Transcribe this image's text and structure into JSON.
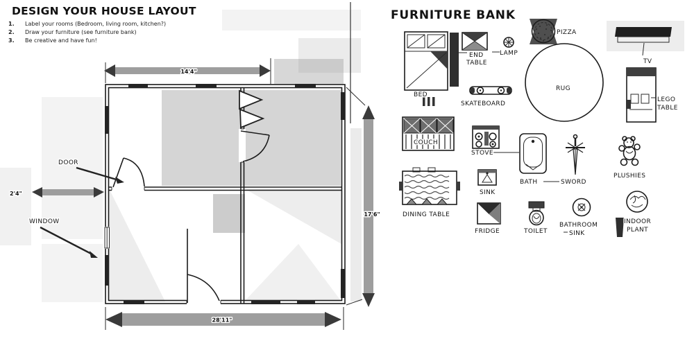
{
  "header": {
    "title": "DESIGN YOUR HOUSE LAYOUT",
    "steps": [
      {
        "num": "1.",
        "text": "Label your rooms (Bedroom, living room, kitchen?)"
      },
      {
        "num": "2.",
        "text": "Draw your furniture (see furniture bank)"
      },
      {
        "num": "3.",
        "text": "Be creative and have fun!"
      }
    ]
  },
  "plan": {
    "door_label": "DOOR",
    "window_label": "WINDOW",
    "dims": {
      "top": "14'4\"",
      "bottom": "28'11\"",
      "right": "17'6\"",
      "left": "2'4\""
    }
  },
  "bank": {
    "title": "FURNITURE BANK",
    "items": [
      {
        "id": "bed",
        "lines": [
          "BED"
        ]
      },
      {
        "id": "end-table",
        "lines": [
          "END",
          "TABLE"
        ]
      },
      {
        "id": "lamp",
        "lines": [
          "LAMP"
        ]
      },
      {
        "id": "pizza",
        "lines": [
          "PIZZA"
        ]
      },
      {
        "id": "tv",
        "lines": [
          "TV"
        ]
      },
      {
        "id": "rug",
        "lines": [
          "RUG"
        ]
      },
      {
        "id": "lego-table",
        "lines": [
          "LEGO",
          "TABLE"
        ]
      },
      {
        "id": "skateboard",
        "lines": [
          "SKATEBOARD"
        ]
      },
      {
        "id": "couch",
        "lines": [
          "COUCH"
        ]
      },
      {
        "id": "stove",
        "lines": [
          "STOVE"
        ]
      },
      {
        "id": "sink",
        "lines": [
          "SINK"
        ]
      },
      {
        "id": "bath",
        "lines": [
          "BATH"
        ]
      },
      {
        "id": "sword",
        "lines": [
          "SWORD"
        ]
      },
      {
        "id": "plushies",
        "lines": [
          "PLUSHIES"
        ]
      },
      {
        "id": "dining-table",
        "lines": [
          "DINING TABLE"
        ]
      },
      {
        "id": "fridge",
        "lines": [
          "FRIDGE"
        ]
      },
      {
        "id": "toilet",
        "lines": [
          "TOILET"
        ]
      },
      {
        "id": "bathroom-sink",
        "lines": [
          "BATHROOM",
          "SINK"
        ]
      },
      {
        "id": "indoor-plant",
        "lines": [
          "INDOOR",
          "PLANT"
        ]
      }
    ]
  },
  "colors": {
    "ink": "#1b1b1b",
    "paper": "#ffffff",
    "shading": "#9a9a9a"
  }
}
